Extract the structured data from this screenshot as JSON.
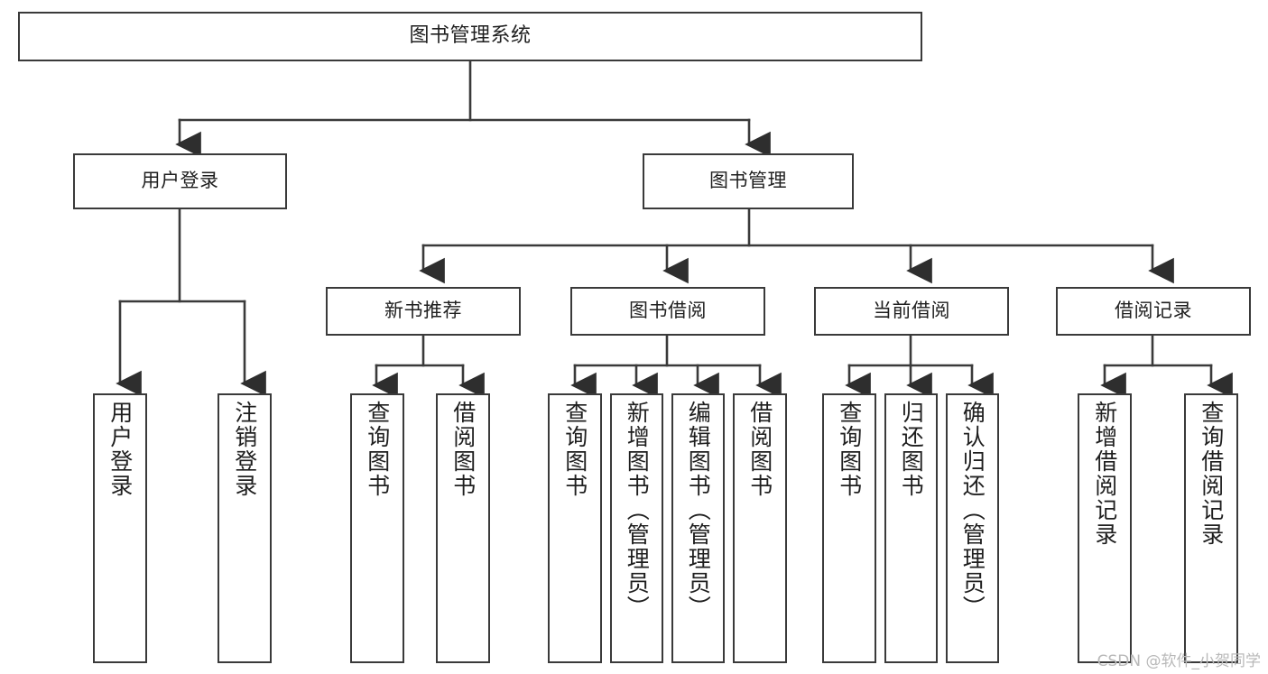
{
  "diagram": {
    "title": "图书管理系统",
    "type": "tree",
    "watermark": "CSDN @软件_小贺同学",
    "colors": {
      "box_border": "#3a3a3a",
      "line": "#3a3a3a",
      "background": "#ffffff",
      "text": "#1f1f1f",
      "watermark": "#b9b9b9"
    },
    "nodes": {
      "root": {
        "label": "图书管理系统"
      },
      "level2": [
        {
          "id": "user-login",
          "label": "用户登录"
        },
        {
          "id": "book-manage",
          "label": "图书管理"
        }
      ],
      "level3": [
        {
          "id": "new-book-recommend",
          "label": "新书推荐"
        },
        {
          "id": "book-borrow",
          "label": "图书借阅"
        },
        {
          "id": "current-borrow",
          "label": "当前借阅"
        },
        {
          "id": "borrow-record",
          "label": "借阅记录"
        }
      ],
      "leaves": {
        "user-login": [
          {
            "id": "leaf-user-login",
            "label": "用户登录"
          },
          {
            "id": "leaf-logout",
            "label": "注销登录"
          }
        ],
        "new-book-recommend": [
          {
            "id": "leaf-query-book-1",
            "label": "查询图书"
          },
          {
            "id": "leaf-borrow-book-1",
            "label": "借阅图书"
          }
        ],
        "book-borrow": [
          {
            "id": "leaf-query-book-2",
            "label": "查询图书"
          },
          {
            "id": "leaf-add-book",
            "label": "新增图书（管理员）"
          },
          {
            "id": "leaf-edit-book",
            "label": "编辑图书（管理员）"
          },
          {
            "id": "leaf-borrow-book-2",
            "label": "借阅图书"
          }
        ],
        "current-borrow": [
          {
            "id": "leaf-query-book-3",
            "label": "查询图书"
          },
          {
            "id": "leaf-return-book",
            "label": "归还图书"
          },
          {
            "id": "leaf-confirm-return",
            "label": "确认归还（管理员）"
          }
        ],
        "borrow-record": [
          {
            "id": "leaf-add-record",
            "label": "新增借阅记录"
          },
          {
            "id": "leaf-query-record",
            "label": "查询借阅记录"
          }
        ]
      }
    }
  }
}
